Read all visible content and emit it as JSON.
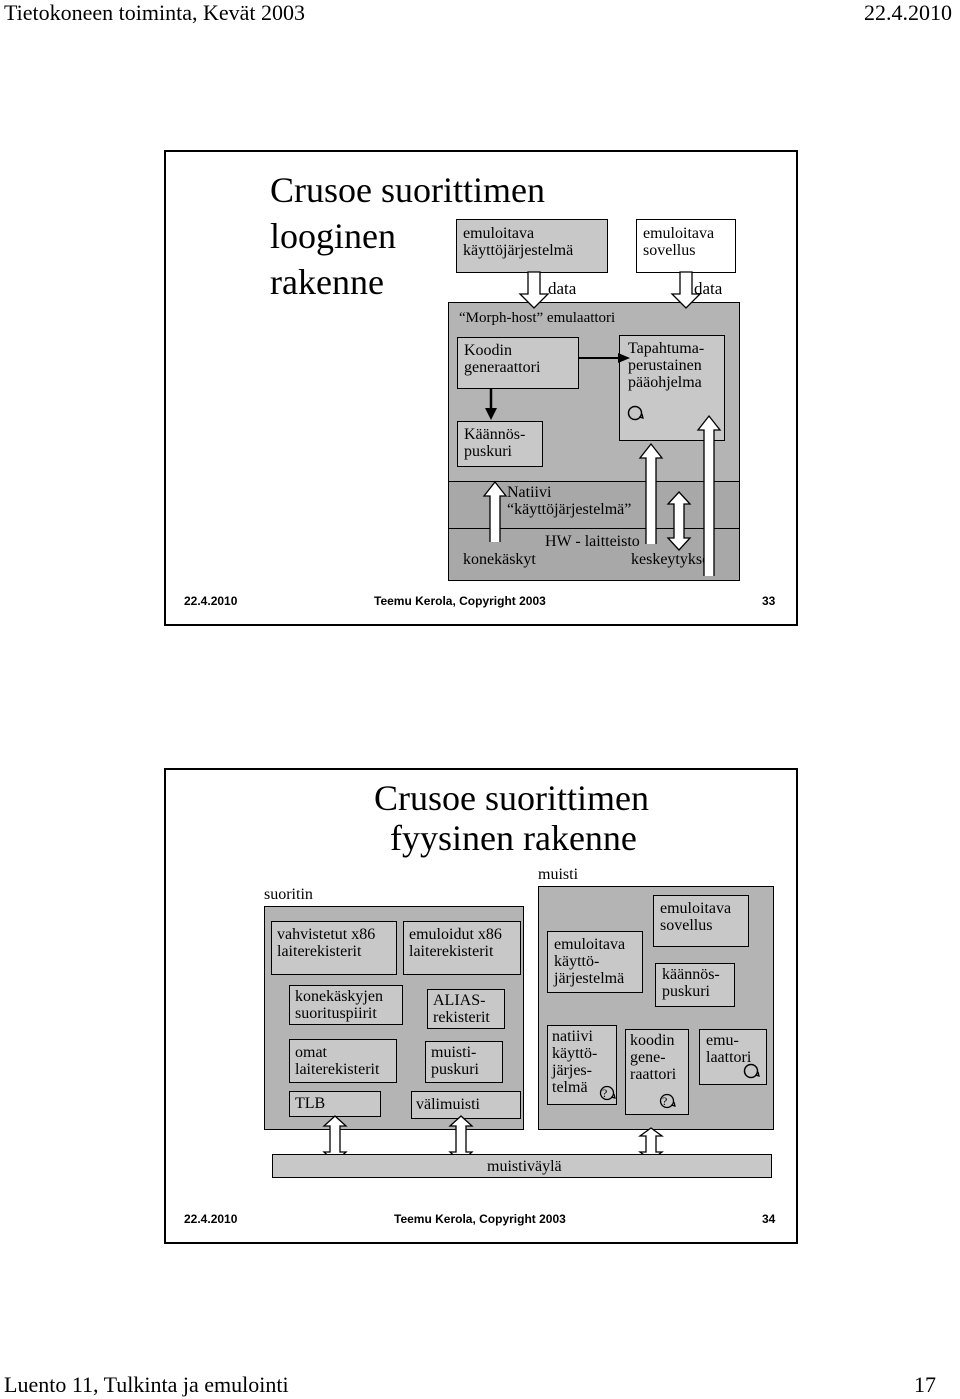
{
  "header": {
    "course": "Tietokoneen toiminta, Kevät 2003",
    "date": "22.4.2010"
  },
  "footer_page": {
    "lecture": "Luento 11, Tulkinta ja emulointi",
    "page_number": "17"
  },
  "slide1": {
    "title_lines": [
      "Crusoe suorittimen",
      "looginen",
      "rakenne"
    ],
    "emulated_os": "emuloitava\nkäyttöjärjestelmä",
    "emulated_app": "emuloitava\nsovellus",
    "data1": "data",
    "data2": "data",
    "morph_host": "Morph-host” emulaattori",
    "code_generator": "Koodin\ngeneraattori",
    "event_main": "Tapahtuma-\nperustainen\npääohjelma",
    "translation_buffer": "Käännös-\npuskuri",
    "native_os": "Natiivi\n“käyttöjärjestelmä”",
    "hw": "HW - laitteisto",
    "instructions": "konekäskyt",
    "interrupts": "keskeytykset",
    "footer_date": "22.4.2010",
    "footer_author": "Teemu Kerola, Copyright 2003",
    "footer_num": "33"
  },
  "slide2": {
    "title_lines": [
      "Crusoe suorittimen",
      "fyysinen rakenne"
    ],
    "processor_label": "suoritin",
    "memory_label": "muisti",
    "verified_regs": "vahvistetut x86\nlaiterekisterit",
    "emulated_regs": "emuloidut x86\nlaiterekisterit",
    "exec_pipelines": "konekäskyjen\nsuorituspiirit",
    "alias_regs": "ALIAS-\nrekisterit",
    "own_regs": "omat\nlaiterekisterit",
    "mem_buffer": "muisti-\npuskuri",
    "tlb": "TLB",
    "cache": "välimuisti",
    "emu_os": "emuloitava\nkäyttö-\njärjestelmä",
    "emu_app": "emuloitava\nsovellus",
    "trans_buf": "käännös-\npuskuri",
    "native_os": "natiivi\nkäyttö-\njärjes-\ntelmä",
    "code_gen": "koodin\ngene-\nraattori",
    "emulator": "emu-\nlaattori",
    "question1": "?",
    "question2": "?",
    "bus": "muistiväylä",
    "footer_date": "22.4.2010",
    "footer_author": "Teemu Kerola, Copyright 2003",
    "footer_num": "34"
  }
}
